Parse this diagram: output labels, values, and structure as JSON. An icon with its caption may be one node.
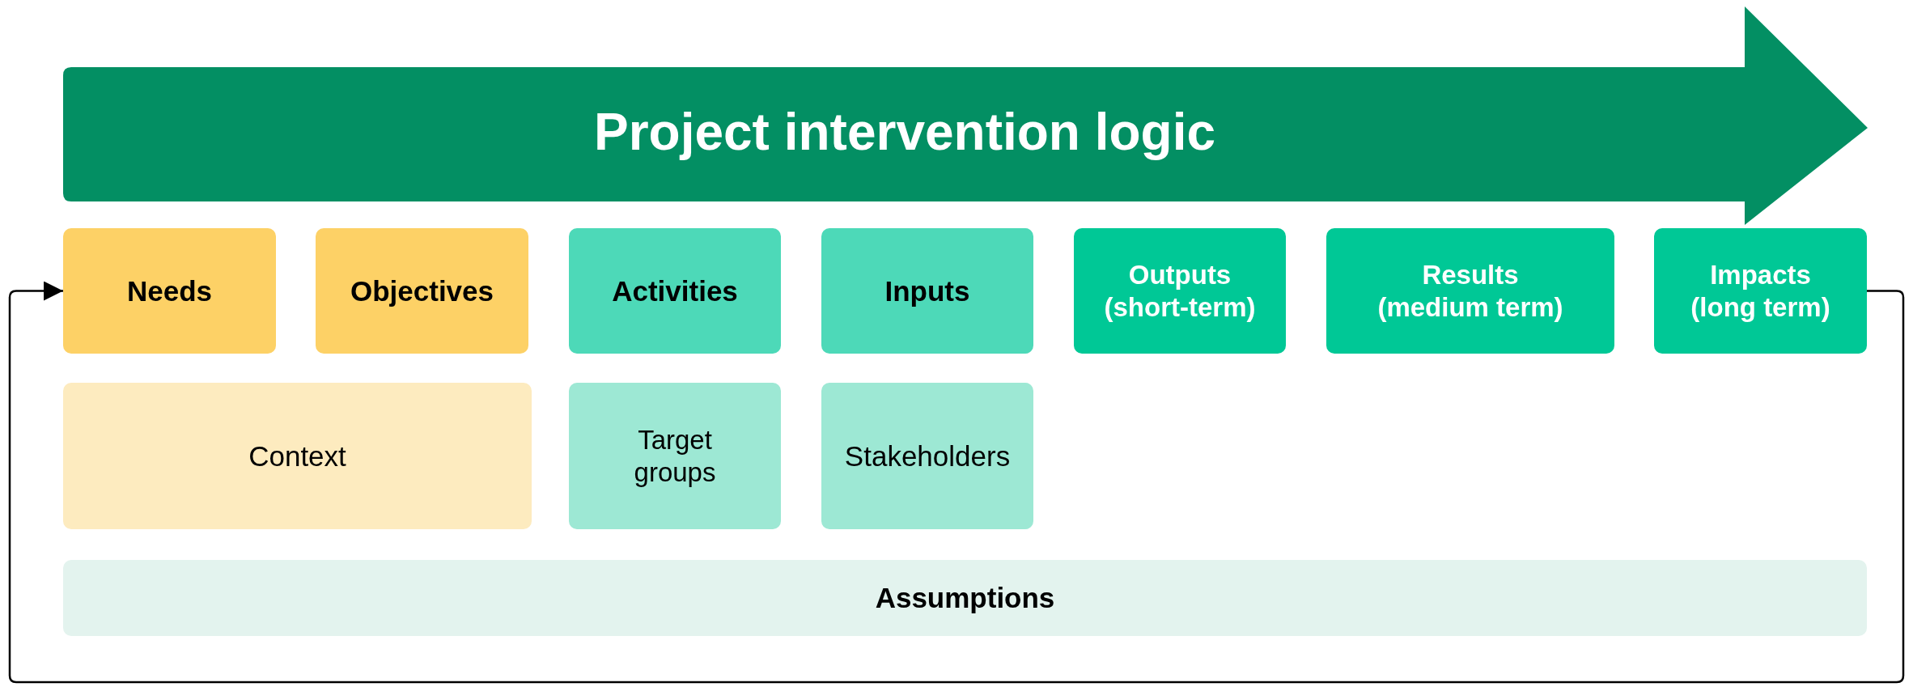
{
  "diagram": {
    "nodes": [
      {
        "text": [
          "Project intervention logic"
        ]
      },
      {
        "text": [
          "Needs"
        ]
      },
      {
        "text": [
          "Objectives"
        ]
      },
      {
        "text": [
          "Activities"
        ]
      },
      {
        "text": [
          "Inputs"
        ]
      },
      {
        "text": [
          "Outputs (short-term)"
        ]
      },
      {
        "text": [
          "Results (medium term)"
        ]
      },
      {
        "text": [
          "Impacts (long term)"
        ]
      },
      {
        "text": [
          "Context"
        ]
      },
      {
        "text": [
          "Target groups"
        ]
      },
      {
        "text": [
          "Stakeholders"
        ]
      },
      {
        "text": [
          "Assumptions"
        ]
      }
    ],
    "edges": [
      {
        "from": 7,
        "to": 1,
        "arrow": "to"
      }
    ]
  }
}
